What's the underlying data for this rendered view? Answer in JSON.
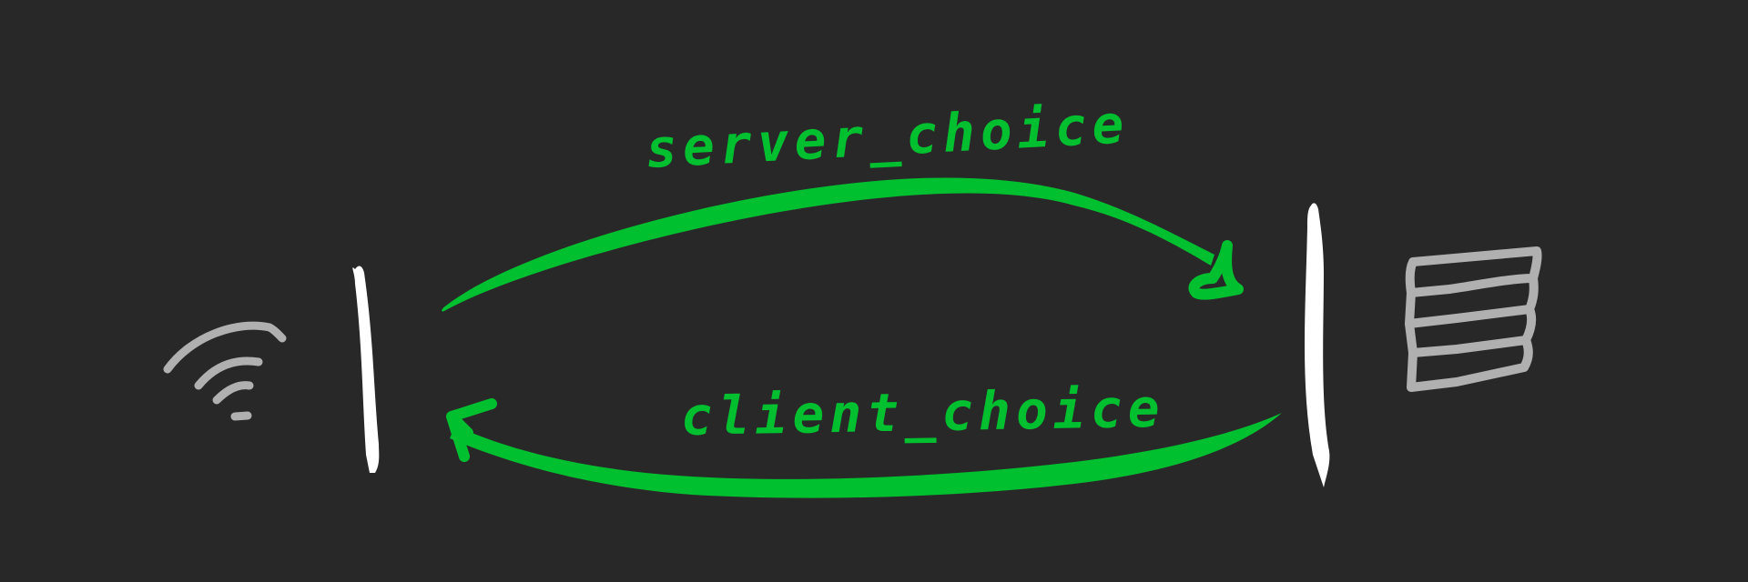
{
  "colors": {
    "background": "#282828",
    "arrow": "#00c030",
    "label": "#00c030",
    "divider": "#ffffff",
    "icon": "#b0b0b0"
  },
  "diagram": {
    "left_node": {
      "icon": "wifi-icon"
    },
    "right_node": {
      "icon": "server-icon"
    },
    "top_arrow": {
      "label": "server_choice",
      "direction": "left-to-right"
    },
    "bottom_arrow": {
      "label": "client_choice",
      "direction": "right-to-left"
    }
  }
}
